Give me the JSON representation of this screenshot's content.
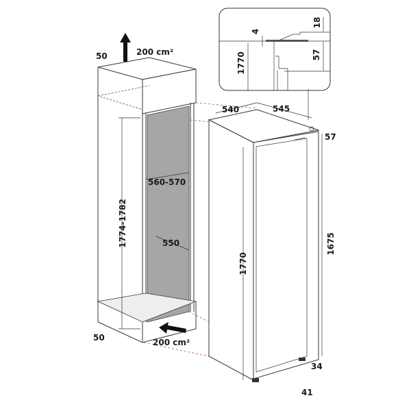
{
  "cabinet": {
    "top_gap": "50",
    "top_vent": "200 cm²",
    "niche_height": "1774-1782",
    "niche_width": "560-570",
    "niche_depth": "550",
    "bottom_gap": "50",
    "bottom_vent": "200 cm²"
  },
  "appliance": {
    "depth": "540",
    "width": "545",
    "top_offset": "57",
    "door_height": "1675",
    "height": "1770",
    "bottom_offset": "34",
    "foot_offset": "41"
  },
  "detail_inset": {
    "gap": "4",
    "top_thickness": "18",
    "height": "1770",
    "offset": "57"
  },
  "colors": {
    "niche_fill": "#a6a6a6",
    "guide_lines": "#c0504d"
  }
}
